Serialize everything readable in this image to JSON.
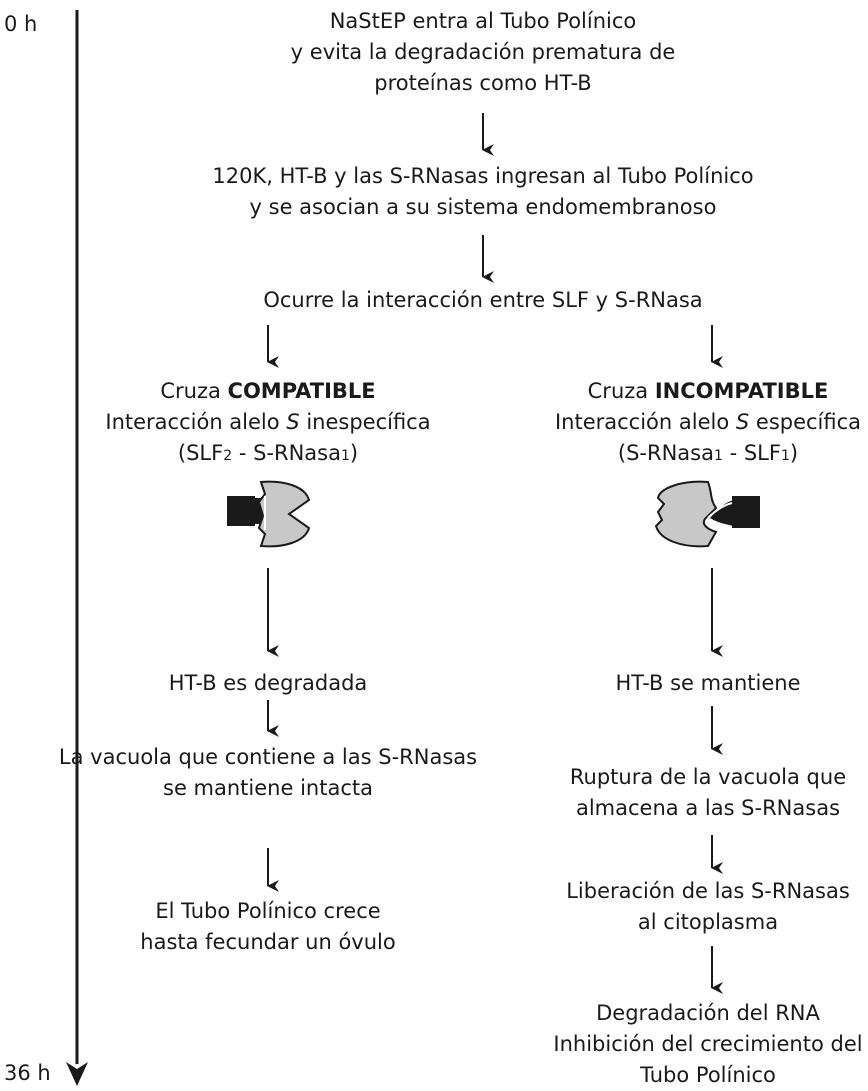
{
  "timeline": {
    "start_label": "0 h",
    "end_label": "36 h"
  },
  "top": {
    "step1": [
      "NaStEP entra al Tubo Polínico",
      "y evita la degradación prematura de",
      "proteínas como HT-B"
    ],
    "step2": [
      "120K, HT-B  y las S-RNasas ingresan al Tubo Polínico",
      "y se asocian a su sistema endomembranoso"
    ],
    "step3": "Ocurre la interacción entre SLF y S-RNasa"
  },
  "left": {
    "title_prefix": "Cruza ",
    "title_bold": "COMPATIBLE",
    "line2_pre": "Interacción alelo ",
    "line2_italic": "S",
    "line2_post": " inespecífica",
    "line3_a": "(SLF",
    "line3_sub1": "2",
    "line3_b": " - S-RNasa",
    "line3_sub2": "1",
    "line3_c": ")",
    "icon": "s-rnasa-slf-nonmatching-icon",
    "step_a": "HT-B es degradada",
    "step_b": [
      "La vacuola que contiene a las S-RNasas",
      "se mantiene intacta"
    ],
    "step_c": [
      "El Tubo Polínico crece",
      "hasta fecundar un óvulo"
    ]
  },
  "right": {
    "title_prefix": "Cruza ",
    "title_bold": "INCOMPATIBLE",
    "line2_pre": "Interacción alelo ",
    "line2_italic": "S",
    "line2_post": " específica",
    "line3_a": "(S-RNasa",
    "line3_sub1": "1",
    "line3_b": " - SLF",
    "line3_sub2": "1",
    "line3_c": ")",
    "icon": "s-rnasa-slf-matching-icon",
    "step_a": "HT-B  se mantiene",
    "step_b": [
      "Ruptura de la vacuola que",
      "almacena a las S-RNasas"
    ],
    "step_c": [
      "Liberación de las S-RNasas",
      "al citoplasma"
    ],
    "step_d": [
      "Degradación del RNA",
      "Inhibición del crecimiento del",
      "Tubo Polínico"
    ]
  },
  "colors": {
    "ink": "#1a1a1a",
    "protein_fill": "#c8c8c8",
    "slf_fill": "#1a1a1a"
  }
}
